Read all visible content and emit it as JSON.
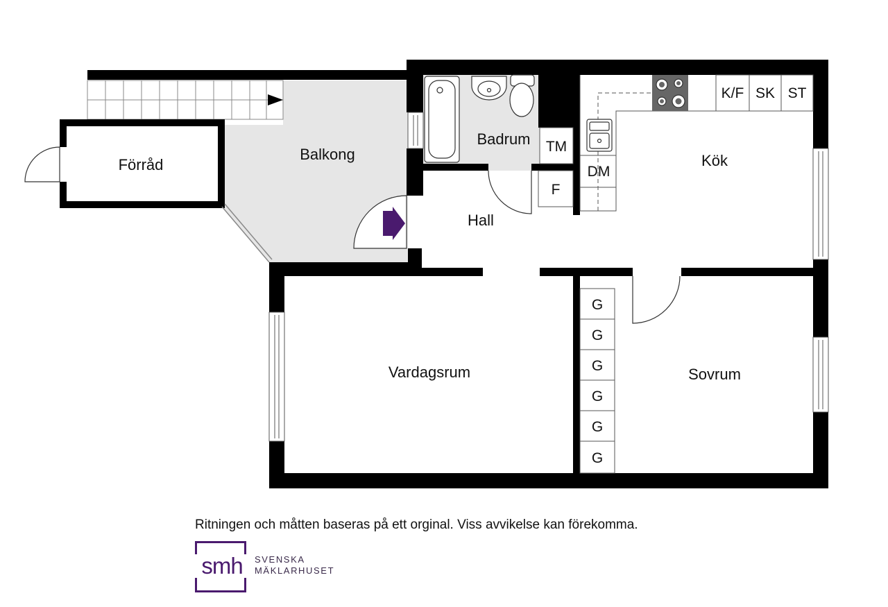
{
  "rooms": {
    "forrad": "Förråd",
    "balkong": "Balkong",
    "badrum": "Badrum",
    "hall": "Hall",
    "kok": "Kök",
    "vardagsrum": "Vardagsrum",
    "sovrum": "Sovrum"
  },
  "fixtures": {
    "tm": "TM",
    "f": "F",
    "dm": "DM",
    "kf": "K/F",
    "sk": "SK",
    "st": "ST"
  },
  "wardrobes": [
    "G",
    "G",
    "G",
    "G",
    "G",
    "G"
  ],
  "disclaimer": "Ritningen och måtten baseras på ett orginal. Viss avvikelse kan förekomma.",
  "logo": {
    "mark": "smh",
    "line1": "SVENSKA",
    "line2": "MÄKLARHUSET"
  },
  "colors": {
    "wall": "#000000",
    "balcony_floor": "#e6e6e6",
    "bathroom_floor": "#e6e6e6",
    "entrance_arrow": "#4a1a6e",
    "brand": "#4a1a6e"
  }
}
